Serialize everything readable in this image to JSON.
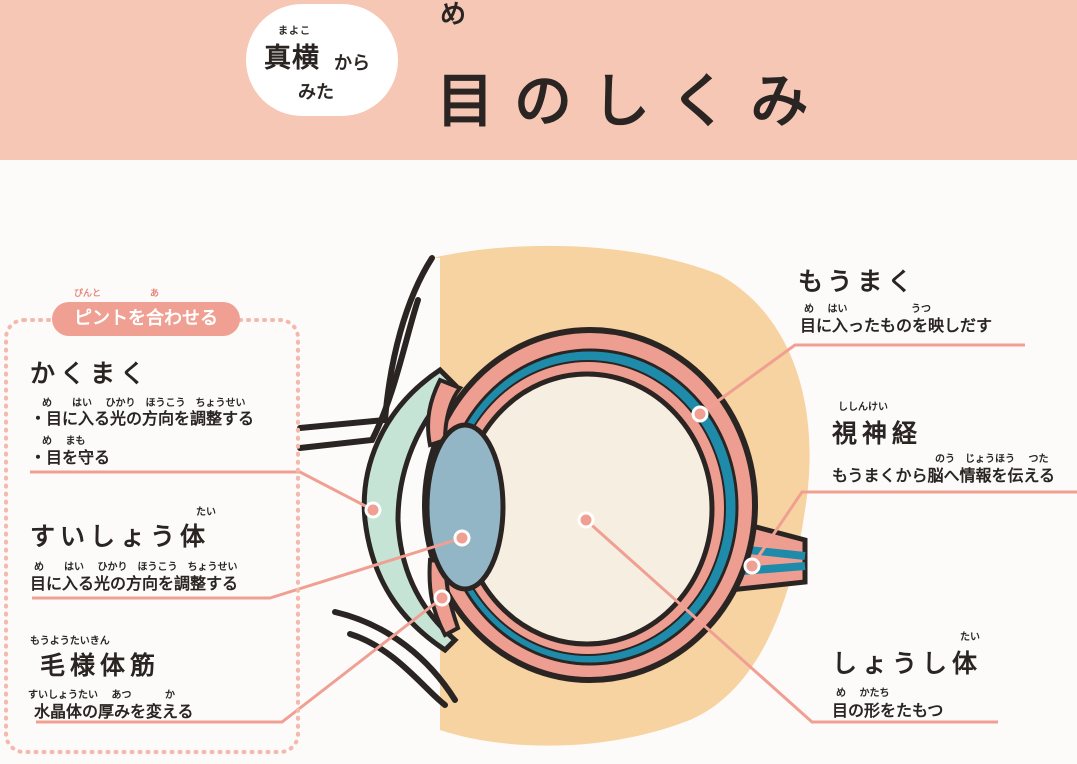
{
  "header": {
    "badge_ruby": "まよこ",
    "badge_main": "真横",
    "badge_kara": "から",
    "badge_mita": "みた",
    "title_ruby": "め",
    "title": "目のしくみ"
  },
  "group_label": {
    "ruby1": "ぴんと",
    "ruby2": "あ",
    "text": "ピントを合わせる"
  },
  "labels": {
    "kakumaku": {
      "title": "かくまく",
      "ruby1": "め　　はい　 ひかり　ほうこう　ちょうせい",
      "line1": "・目に入る光の方向を調整する",
      "ruby2": "め　 まも",
      "line2": "・目を守る"
    },
    "suishoutai": {
      "title": "すいしょう体",
      "title_ruby": "たい",
      "ruby": "め　　はい　 ひかり　ほうこう　ちょうせい",
      "line": "目に入る光の方向を調整する"
    },
    "mouyoutaikin": {
      "title_ruby": "もうようたいきん",
      "title": "毛様体筋",
      "ruby": "すいしょうたい　 あつ　　　 か",
      "line": "水晶体の厚みを変える"
    },
    "moumaku": {
      "title": "もうまく",
      "ruby": "め　 はい　　　　　　 うつ",
      "line": "目に入ったものを映しだす"
    },
    "shishinkei": {
      "title_ruby": "ししんけい",
      "title": "視神経",
      "ruby": "のう　じょうほう　 つた",
      "line": "もうまくから脳へ情報を伝える"
    },
    "shoushitai": {
      "title_ruby": "たい",
      "title": "しょうし体",
      "ruby": "め　 かたち",
      "line": "目の形をたもつ"
    }
  },
  "colors": {
    "header_bg": "#f5c7b4",
    "accent": "#f0a093",
    "sclera": "#ee9e90",
    "retina": "#1f8bab",
    "vitreous": "#f6efe1",
    "lens": "#93b6c7",
    "cornea": "#c5e4d5",
    "skin": "#f6d3a1"
  }
}
